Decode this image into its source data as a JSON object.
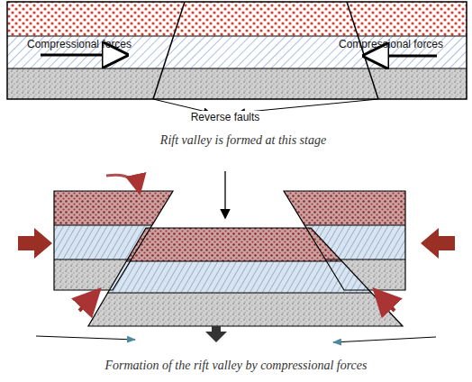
{
  "diagram": {
    "caption": "Formation of the rift valley by compressional forces",
    "labels": [
      "Compressional forces",
      "Compressional forces",
      "Reverse faults",
      "Rift valley is formed at this stage"
    ]
  }
}
